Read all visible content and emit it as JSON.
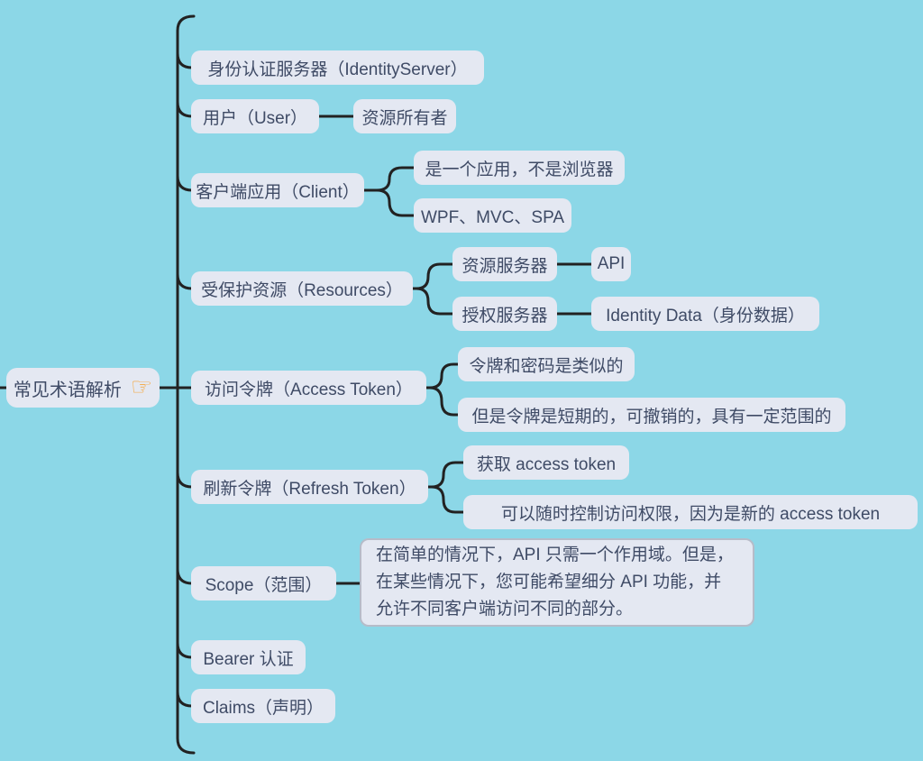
{
  "colors": {
    "background": "#8cd7e7",
    "node_fill": "#e4e8f2",
    "node_text": "#3f4b66",
    "connector_line": "#222222",
    "note_border": "#b6bcc9",
    "hand_icon": "#f6a73c"
  },
  "mindmap": {
    "root": {
      "label": "常见术语解析",
      "icon": "☞"
    },
    "branches": [
      {
        "label": "身份认证服务器（IdentityServer）",
        "children": []
      },
      {
        "label": "用户（User）",
        "children": [
          {
            "label": "资源所有者"
          }
        ]
      },
      {
        "label": "客户端应用（Client）",
        "children": [
          {
            "label": "是一个应用，不是浏览器"
          },
          {
            "label": "WPF、MVC、SPA"
          }
        ]
      },
      {
        "label": "受保护资源（Resources）",
        "children": [
          {
            "label": "资源服务器",
            "children": [
              {
                "label": "API"
              }
            ]
          },
          {
            "label": "授权服务器",
            "children": [
              {
                "label": "Identity Data（身份数据）"
              }
            ]
          }
        ]
      },
      {
        "label": "访问令牌（Access Token）",
        "children": [
          {
            "label": "令牌和密码是类似的"
          },
          {
            "label": "但是令牌是短期的，可撤销的，具有一定范围的"
          }
        ]
      },
      {
        "label": "刷新令牌（Refresh Token）",
        "children": [
          {
            "label": "获取 access token"
          },
          {
            "label": "可以随时控制访问权限，因为是新的 access token"
          }
        ]
      },
      {
        "label": "Scope（范围）",
        "children": [
          {
            "label": "在简单的情况下，API 只需一个作用域。但是，在某些情况下，您可能希望细分 API 功能，并允许不同客户端访问不同的部分。"
          }
        ]
      },
      {
        "label": "Bearer 认证",
        "children": []
      },
      {
        "label": "Claims（声明）",
        "children": []
      }
    ]
  }
}
